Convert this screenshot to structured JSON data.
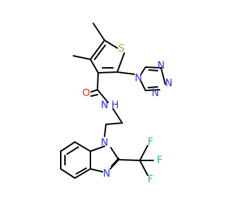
{
  "molecule": {
    "labels": {
      "S": "S",
      "O": "O",
      "N_amide": "N",
      "H_amide": "H",
      "N_tet_1": "N",
      "N_tet_2": "N",
      "N_tet_3": "N",
      "N_tet_4": "N",
      "N_benz_1": "N",
      "N_benz_2": "N",
      "F_1": "F",
      "F_2": "F",
      "F_3": "F"
    },
    "colors": {
      "bond": "#000000",
      "nitrogen": "#2f37e8",
      "oxygen": "#ff2a1c",
      "sulfur": "#b3a11b",
      "fluorine": "#30c35a"
    }
  }
}
